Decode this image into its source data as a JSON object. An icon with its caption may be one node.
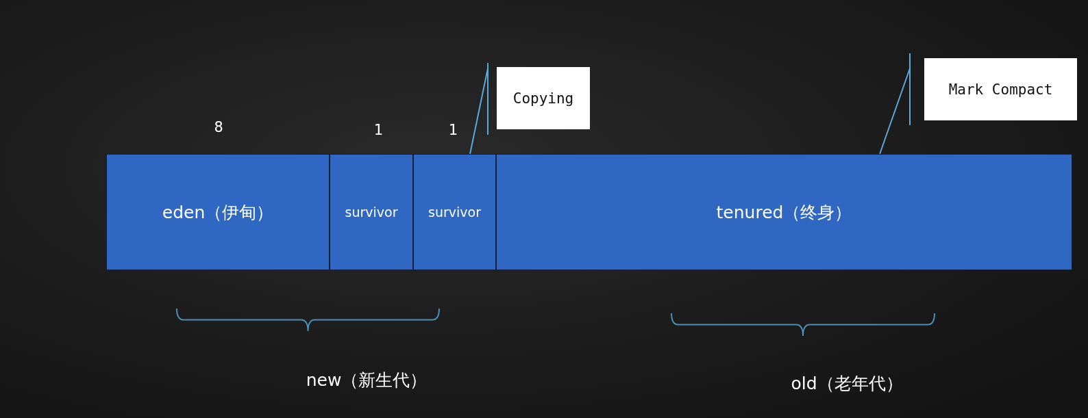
{
  "diagram": {
    "nodes": [
      {
        "text": [
          "eden（伊甸）"
        ]
      },
      {
        "text": [
          "survivor"
        ]
      },
      {
        "text": [
          "survivor"
        ]
      },
      {
        "text": [
          "tenured（终身）"
        ]
      },
      {
        "text": [
          "Copying"
        ]
      },
      {
        "text": [
          "Mark Compact"
        ]
      }
    ],
    "edges": [
      {
        "from": 4,
        "to": 2,
        "arrow": "none"
      },
      {
        "from": 5,
        "to": 3,
        "arrow": "none"
      }
    ],
    "labels": [
      "8",
      "1",
      "1",
      "new（新生代）",
      "old（老年代）"
    ]
  }
}
